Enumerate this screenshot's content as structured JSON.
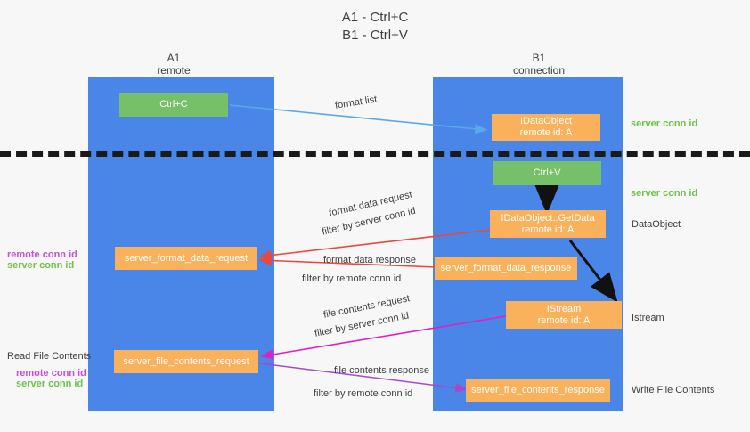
{
  "title": {
    "line1": "A1 - Ctrl+C",
    "line2": "B1 - Ctrl+V"
  },
  "lanes": [
    {
      "name": "A1",
      "sub": "remote"
    },
    {
      "name": "B1",
      "sub": "connection"
    }
  ],
  "boxes": {
    "ctrl_c": "Ctrl+C",
    "ctrl_v": "Ctrl+V",
    "idataobject_top_l1": "IDataObject",
    "idataobject_top_l2": "remote id: A",
    "getdata_l1": "IDataObject::GetData",
    "getdata_l2": "remote id: A",
    "istream_l1": "IStream",
    "istream_l2": "remote id: A",
    "server_format_data_request": "server_format_data_request",
    "server_format_data_response": "server_format_data_response",
    "server_file_contents_request": "server_file_contents_request",
    "server_file_contents_response": "server_file_contents_response"
  },
  "edge_labels": {
    "format_list": "format list",
    "format_data_request": "format data request",
    "filter_by_1_prefix": "filter by ",
    "filter_by_1_value": "server conn id",
    "format_data_response": "format data response",
    "filter_by_2_prefix": "filter by ",
    "filter_by_2_value": "remote conn id",
    "file_contents_request": "file contents request",
    "filter_by_3_prefix": "filter by ",
    "filter_by_3_value": "server conn id",
    "file_contents_response": "file contents response",
    "filter_by_4_prefix": "filter by ",
    "filter_by_4_value": "remote conn id"
  },
  "right_labels": {
    "server_conn_id_top": "server conn id",
    "server_conn_id_mid": "server conn id",
    "dataobject": "DataObject",
    "istream": "Istream",
    "write_file_contents": "Write File Contents"
  },
  "left_labels": {
    "remote_conn_id_1": "remote conn id",
    "server_conn_id_1": "server conn id",
    "read_file_contents": "Read File Contents",
    "remote_conn_id_2": "remote conn id",
    "server_conn_id_2": "server conn id"
  },
  "colors": {
    "lane": "#4a86e8",
    "green_box": "#77c06a",
    "orange_box": "#f9b15c",
    "green_text": "#6cc24a",
    "magenta_text": "#c74fd4",
    "arrow_blue": "#5aa9e6",
    "arrow_red": "#e8493a",
    "arrow_magenta": "#e020c0",
    "arrow_purple": "#a64ac9",
    "arrow_black": "#111111",
    "divider": "#1a1a1a",
    "background": "#f7f7f7"
  }
}
